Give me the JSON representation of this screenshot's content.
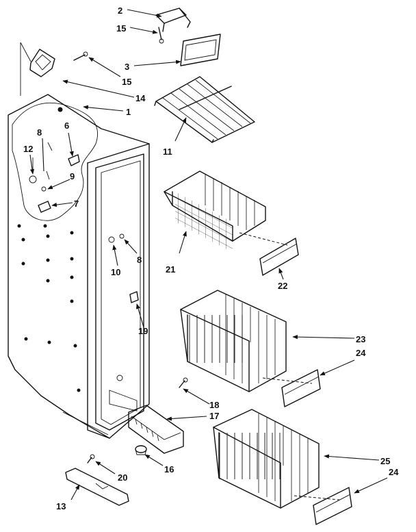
{
  "callouts": {
    "c1": "1",
    "c2": "2",
    "c3": "3",
    "c6": "6",
    "c7": "7",
    "c8a": "8",
    "c8b": "8",
    "c9": "9",
    "c10": "10",
    "c11": "11",
    "c12": "12",
    "c13": "13",
    "c14": "14",
    "c15a": "15",
    "c15b": "15",
    "c16": "16",
    "c17": "17",
    "c18": "18",
    "c19": "19",
    "c20": "20",
    "c21": "21",
    "c22": "22",
    "c23": "23",
    "c24a": "24",
    "c24b": "24",
    "c25": "25"
  }
}
